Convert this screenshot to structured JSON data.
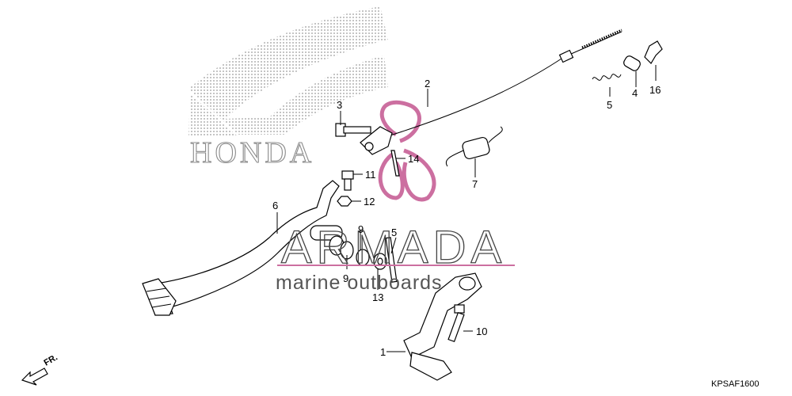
{
  "diagram": {
    "watermark_logo_text": "HONDA",
    "watermark_brand": "ARMADA",
    "watermark_tagline": "marine outboards",
    "diagram_code": "KPSAF1600",
    "direction_label": "FR.",
    "colors": {
      "line": "#000000",
      "watermark_pink": "#cc6fa0",
      "dots": "#9a9a9a"
    },
    "callouts": [
      {
        "id": "c1",
        "text": "1"
      },
      {
        "id": "c2",
        "text": "2"
      },
      {
        "id": "c3",
        "text": "3"
      },
      {
        "id": "c4",
        "text": "4"
      },
      {
        "id": "c5",
        "text": "5"
      },
      {
        "id": "c5b",
        "text": "5"
      },
      {
        "id": "c6",
        "text": "6"
      },
      {
        "id": "c7",
        "text": "7"
      },
      {
        "id": "c9",
        "text": "9"
      },
      {
        "id": "c9b",
        "text": "9"
      },
      {
        "id": "c10",
        "text": "10"
      },
      {
        "id": "c11",
        "text": "11"
      },
      {
        "id": "c12",
        "text": "12"
      },
      {
        "id": "c13",
        "text": "13"
      },
      {
        "id": "c14",
        "text": "14"
      },
      {
        "id": "c16",
        "text": "16"
      }
    ]
  }
}
